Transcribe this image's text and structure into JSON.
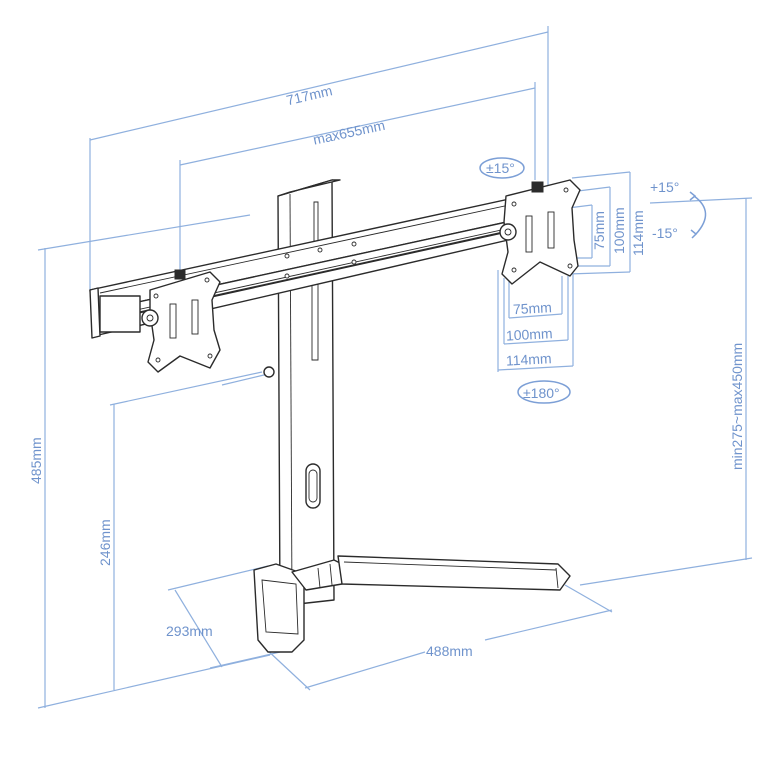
{
  "diagram": {
    "subject": "Dual monitor desk stand dimension drawing",
    "line_color": "#8fb0de",
    "text_color": "#6f93cc",
    "part_color": "#2b2b2b"
  },
  "dimensions": {
    "overall_width": "717mm",
    "max_vesa_span": "max655mm",
    "total_height": "485mm",
    "base_height": "246mm",
    "height_adjust": "min275~max450mm",
    "base_depth": "293mm",
    "base_width": "488mm"
  },
  "vesa": {
    "vertical": [
      "75mm",
      "100mm",
      "114mm"
    ],
    "horizontal": [
      "75mm",
      "100mm",
      "114mm"
    ]
  },
  "rotation": {
    "swivel": "±15°",
    "tilt_up": "+15°",
    "tilt_down": "-15°",
    "rotate": "±180°"
  }
}
